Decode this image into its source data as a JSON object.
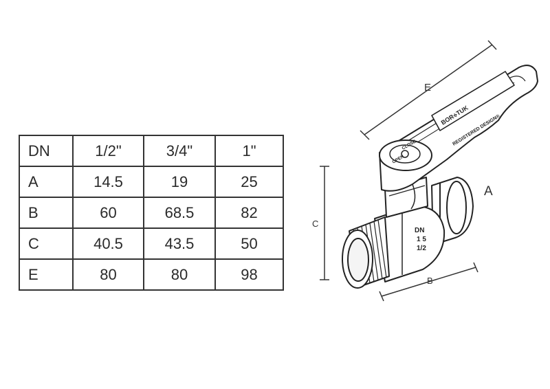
{
  "table": {
    "header": [
      "DN",
      "1/2\"",
      "3/4\"",
      "1\""
    ],
    "rows": [
      {
        "label": "A",
        "values": [
          "14.5",
          "19",
          "25"
        ]
      },
      {
        "label": "B",
        "values": [
          "60",
          "68.5",
          "82"
        ]
      },
      {
        "label": "C",
        "values": [
          "40.5",
          "43.5",
          "50"
        ]
      },
      {
        "label": "E",
        "values": [
          "80",
          "80",
          "98"
        ]
      }
    ]
  },
  "drawing": {
    "dimension_labels": {
      "A": "A",
      "B": "B",
      "C": "C",
      "E": "E"
    },
    "body_marking": [
      "DN",
      "1 5",
      "1/2"
    ],
    "handle_marking": {
      "brand": "BOR⟡TUK",
      "registered": "REGISTERED DESIGN®",
      "cap_text": [
        "CLOSE",
        "OPEN"
      ]
    }
  }
}
